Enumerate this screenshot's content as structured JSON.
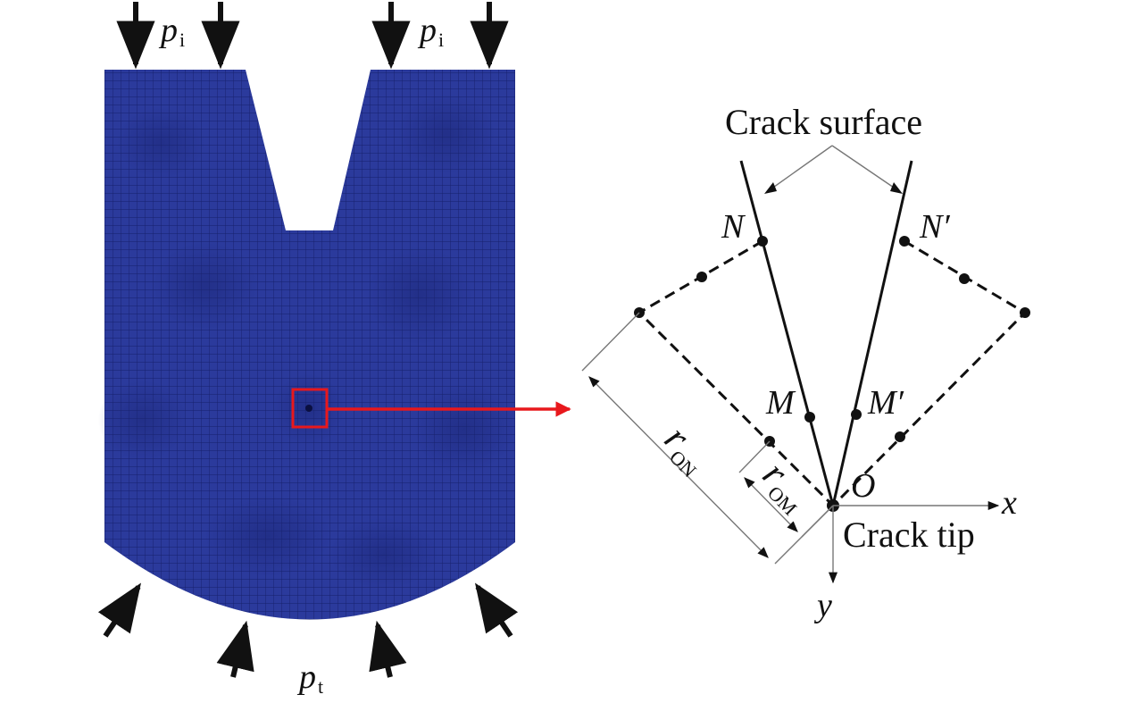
{
  "labels": {
    "p_i_main": "p",
    "p_i_sub": "i",
    "p_t_main": "p",
    "p_t_sub": "t",
    "crack_surface": "Crack surface",
    "crack_tip": "Crack tip",
    "N": "N",
    "N_prime": "N′",
    "M": "M",
    "M_prime": "M′",
    "O": "O",
    "x": "x",
    "y": "y",
    "r_on_main": "r",
    "r_on_sub": "ON",
    "r_om_main": "r",
    "r_om_sub": "OM"
  },
  "colors": {
    "mesh": "#2b3a9c",
    "mesh_grid": "#16206b",
    "highlight": "#e8181c",
    "ink": "#111111"
  }
}
